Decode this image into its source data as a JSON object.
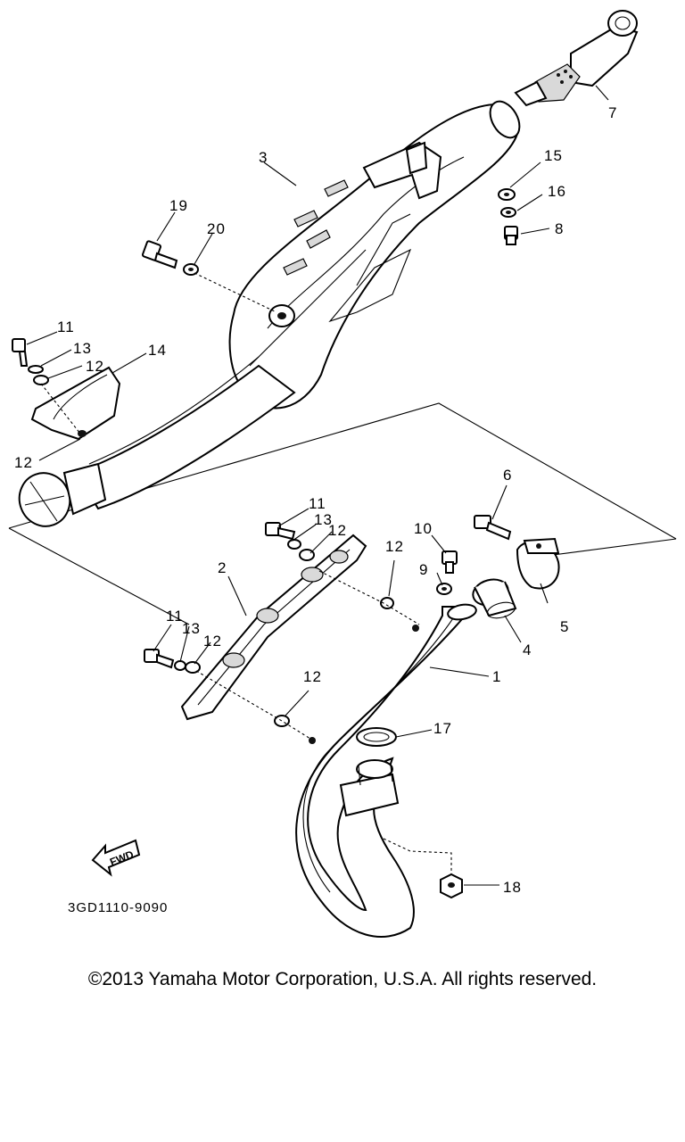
{
  "diagram": {
    "drawing_code": "3GD1110-9090",
    "fwd_label": "FWD",
    "copyright": "©2013 Yamaha Motor Corporation, U.S.A. All rights reserved.",
    "callouts": [
      {
        "id": "c1",
        "label": "1"
      },
      {
        "id": "c2",
        "label": "2"
      },
      {
        "id": "c3",
        "label": "3"
      },
      {
        "id": "c4",
        "label": "4"
      },
      {
        "id": "c5",
        "label": "5"
      },
      {
        "id": "c6",
        "label": "6"
      },
      {
        "id": "c7",
        "label": "7"
      },
      {
        "id": "c8",
        "label": "8"
      },
      {
        "id": "c9",
        "label": "9"
      },
      {
        "id": "c10",
        "label": "10"
      },
      {
        "id": "c11a",
        "label": "11"
      },
      {
        "id": "c11b",
        "label": "11"
      },
      {
        "id": "c11c",
        "label": "11"
      },
      {
        "id": "c12a",
        "label": "12"
      },
      {
        "id": "c12b",
        "label": "12"
      },
      {
        "id": "c12c",
        "label": "12"
      },
      {
        "id": "c12d",
        "label": "12"
      },
      {
        "id": "c12e",
        "label": "12"
      },
      {
        "id": "c12f",
        "label": "12"
      },
      {
        "id": "c13a",
        "label": "13"
      },
      {
        "id": "c13b",
        "label": "13"
      },
      {
        "id": "c13c",
        "label": "13"
      },
      {
        "id": "c14",
        "label": "14"
      },
      {
        "id": "c15",
        "label": "15"
      },
      {
        "id": "c16",
        "label": "16"
      },
      {
        "id": "c17",
        "label": "17"
      },
      {
        "id": "c18",
        "label": "18"
      },
      {
        "id": "c19",
        "label": "19"
      },
      {
        "id": "c20",
        "label": "20"
      }
    ]
  }
}
